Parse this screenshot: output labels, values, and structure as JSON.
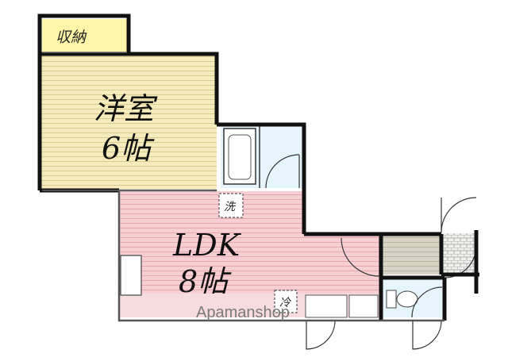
{
  "rooms": {
    "storage": {
      "label": "収納"
    },
    "western_room": {
      "name": "洋室",
      "size": "6帖"
    },
    "ldk": {
      "name": "LDK",
      "size": "8帖"
    }
  },
  "markers": {
    "washer": "洗",
    "fridge": "冷"
  },
  "watermark": "Apamanshop",
  "colors": {
    "western_room_fill": "#f6ebbc",
    "storage_fill": "#fff5a8",
    "ldk_fill": "#f7cfd3",
    "wet_area_fill": "#e6f4fb",
    "entrance_fill": "#d8d3c5",
    "wall": "#111111"
  }
}
